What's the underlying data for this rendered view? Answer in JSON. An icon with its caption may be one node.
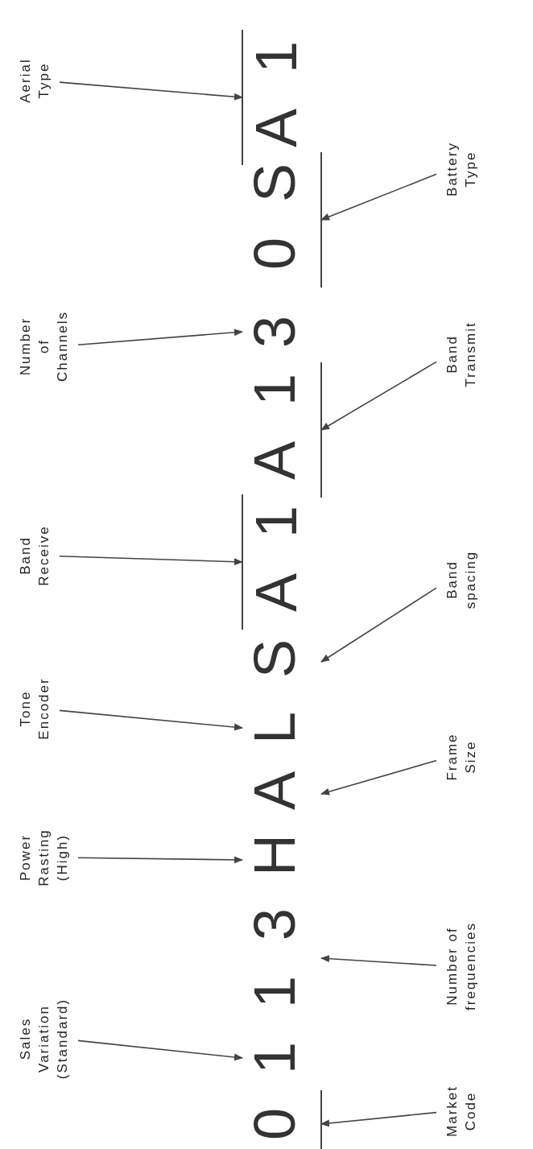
{
  "diagram": {
    "nodes": [
      {
        "text": [
          "0"
        ]
      },
      {
        "text": [
          "1"
        ]
      },
      {
        "text": [
          "13"
        ]
      },
      {
        "text": [
          "H"
        ]
      },
      {
        "text": [
          "A"
        ]
      },
      {
        "text": [
          "L"
        ]
      },
      {
        "text": [
          "S"
        ]
      },
      {
        "text": [
          "A1"
        ]
      },
      {
        "text": [
          "A1"
        ]
      },
      {
        "text": [
          "3"
        ]
      },
      {
        "text": [
          "0S"
        ]
      },
      {
        "text": [
          "A1"
        ]
      },
      {
        "text": [
          "Sales Variation (Standard)"
        ]
      },
      {
        "text": [
          "Power Rasting (High)"
        ]
      },
      {
        "text": [
          "Tone Encoder"
        ]
      },
      {
        "text": [
          "Band Receive"
        ]
      },
      {
        "text": [
          "Number of Channels"
        ]
      },
      {
        "text": [
          "Aerial Type"
        ]
      },
      {
        "text": [
          "Market Code"
        ]
      },
      {
        "text": [
          "Number of frequencies"
        ]
      },
      {
        "text": [
          "Frame Size"
        ]
      },
      {
        "text": [
          "Band spacing"
        ]
      },
      {
        "text": [
          "Band Transmit"
        ]
      },
      {
        "text": [
          "Battery Type"
        ]
      }
    ],
    "edges": [
      {
        "from": 12,
        "to": 1,
        "arrow": "to"
      },
      {
        "from": 13,
        "to": 3,
        "arrow": "to"
      },
      {
        "from": 14,
        "to": 5,
        "arrow": "to"
      },
      {
        "from": 15,
        "to": 7,
        "arrow": "to"
      },
      {
        "from": 16,
        "to": 9,
        "arrow": "to"
      },
      {
        "from": 17,
        "to": 11,
        "arrow": "to"
      },
      {
        "from": 18,
        "to": 0,
        "arrow": "to"
      },
      {
        "from": 19,
        "to": 2,
        "arrow": "to"
      },
      {
        "from": 20,
        "to": 4,
        "arrow": "to"
      },
      {
        "from": 21,
        "to": 6,
        "arrow": "to"
      },
      {
        "from": 22,
        "to": 8,
        "arrow": "to"
      },
      {
        "from": 23,
        "to": 10,
        "arrow": "to"
      }
    ]
  }
}
